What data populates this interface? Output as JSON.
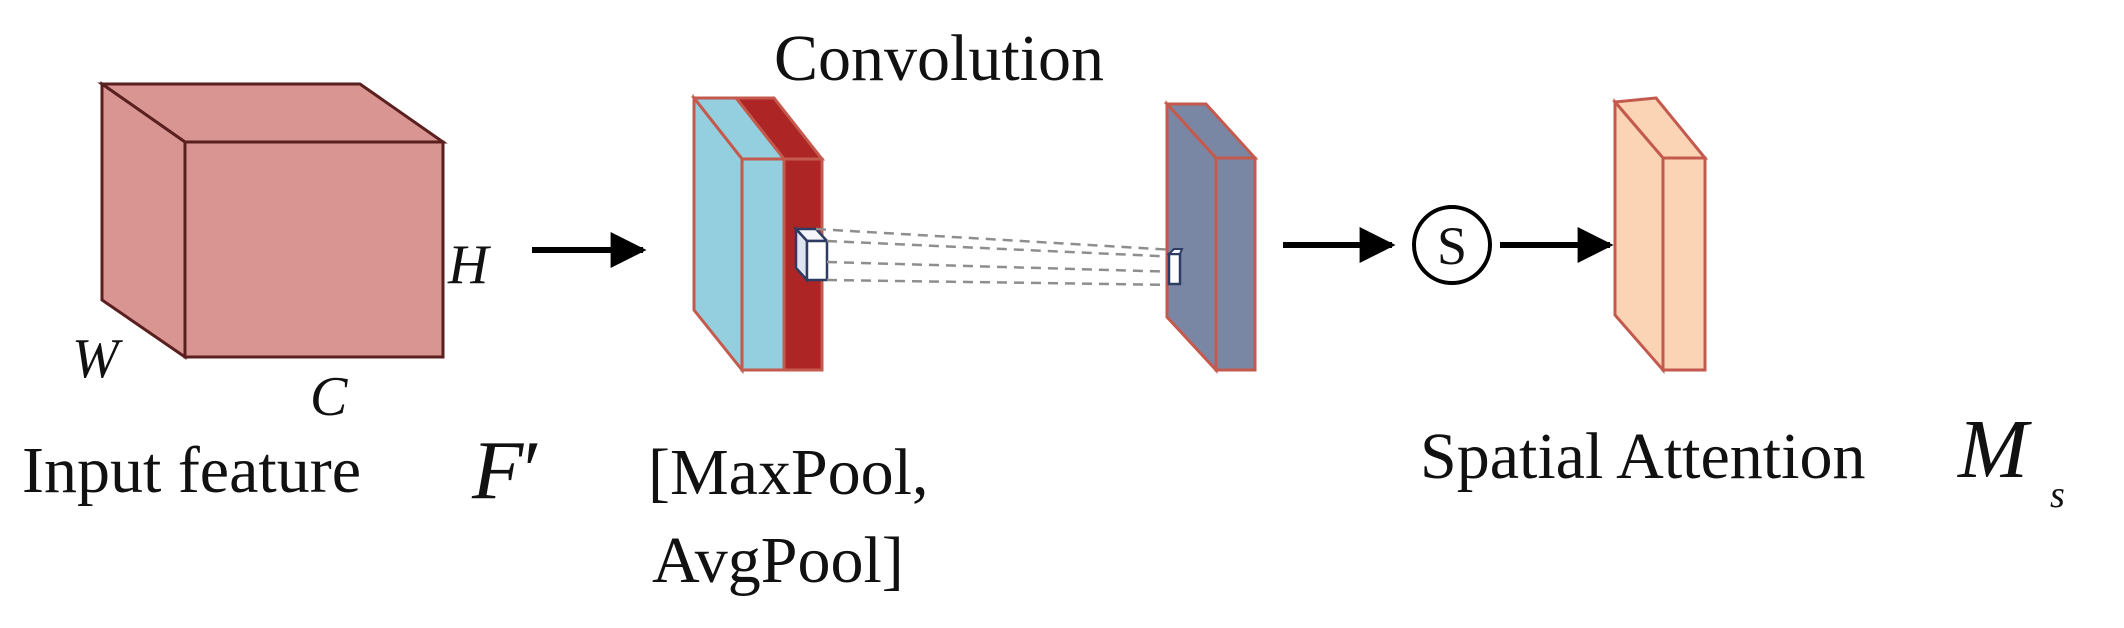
{
  "labels": {
    "input_feature": "Input feature",
    "input_symbol": "F",
    "input_prime": "′",
    "dim_h": "H",
    "dim_w": "W",
    "dim_c": "C",
    "convolution": "Convolution",
    "pool_line1": "[MaxPool,",
    "pool_line2": "AvgPool]",
    "sigmoid_symbol": "S",
    "spatial_attention": "Spatial Attention",
    "attention_symbol": "M",
    "attention_subscript": "s"
  },
  "colors": {
    "input_cube_fill": "#d99592",
    "cube_stroke": "#7a2a2a",
    "maxpool_fill": "#93cfde",
    "avgpool_fill": "#ad2524",
    "conv_output_fill": "#7a87a4",
    "attention_fill": "#fbd4b5",
    "slab_stroke": "#c45a4d",
    "kernel_stroke": "#2e3b63",
    "dashed_line": "#8e8e8e",
    "arrow": "#000000"
  }
}
